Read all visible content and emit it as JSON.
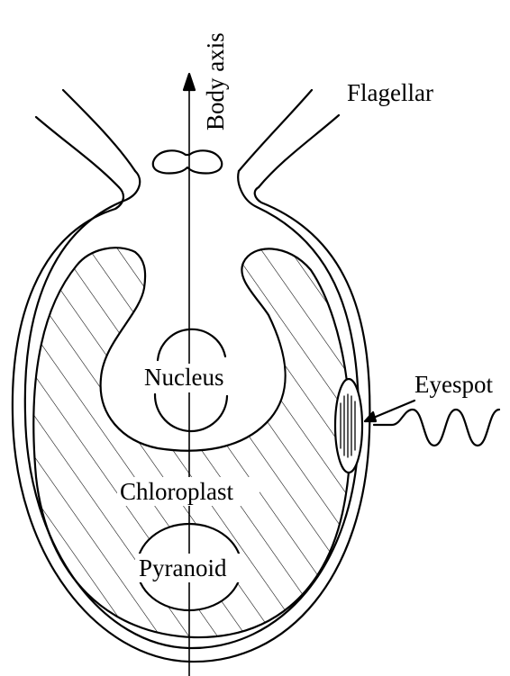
{
  "labels": {
    "body_axis": "Body axis",
    "flagellar": "Flagellar",
    "nucleus": "Nucleus",
    "eyespot": "Eyespot",
    "chloroplast": "Chloroplast",
    "pyranoid": "Pyranoid"
  },
  "colors": {
    "stroke": "#000000",
    "background": "#ffffff"
  }
}
